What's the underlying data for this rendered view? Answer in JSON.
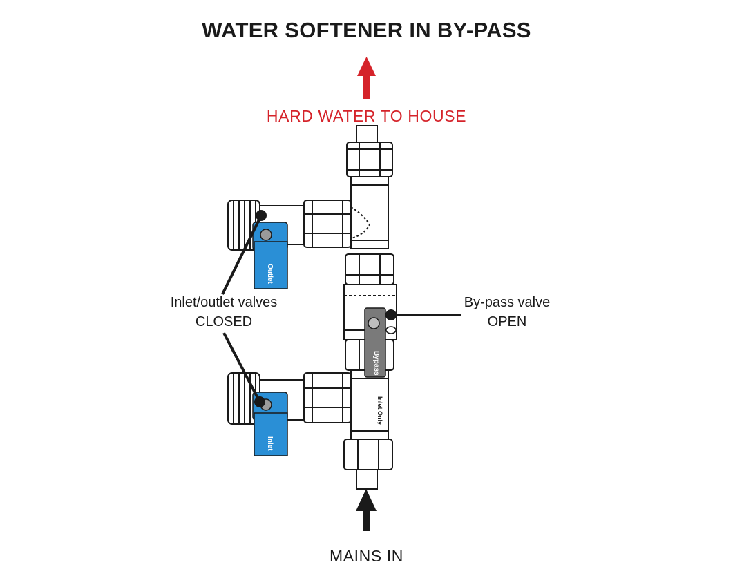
{
  "title": "WATER SOFTENER IN BY-PASS",
  "top_label": "HARD WATER TO HOUSE",
  "bottom_label": "MAINS IN",
  "callouts": {
    "left": {
      "line1": "Inlet/outlet valves",
      "line2": "CLOSED"
    },
    "right": {
      "line1": "By-pass valve",
      "line2": "OPEN"
    }
  },
  "handles": {
    "outlet": "Outlet",
    "inlet": "Inlet",
    "bypass": "Bypass",
    "inlet_only": "Inlet Only"
  },
  "colors": {
    "accent_red": "#d5232a",
    "valve_blue": "#2a8fd6",
    "bypass_grey": "#7a7a7a",
    "line": "#1a1a1a"
  },
  "icons": [
    "arrow-up-icon"
  ]
}
